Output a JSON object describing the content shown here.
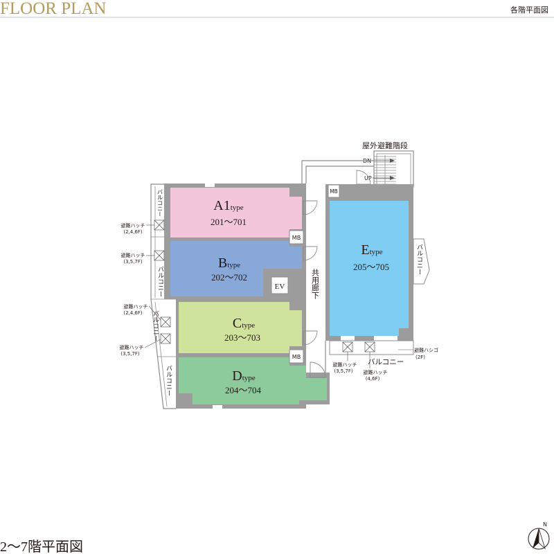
{
  "header": {
    "title": "FLOOR PLAN",
    "subtitle": "各階平面図"
  },
  "footer": {
    "caption": "2〜7階平面図",
    "north": "N"
  },
  "colors": {
    "title": "#b49b5e",
    "wall": "#9c9c9c"
  },
  "units": [
    {
      "name": "A1",
      "suffix": "type",
      "rooms": "201〜701",
      "color": "#f4c6dc"
    },
    {
      "name": "B",
      "suffix": "type",
      "rooms": "202〜702",
      "color": "#88a8da"
    },
    {
      "name": "C",
      "suffix": "type",
      "rooms": "203〜703",
      "color": "#d0e39c"
    },
    {
      "name": "D",
      "suffix": "type",
      "rooms": "204〜704",
      "color": "#8dca9c"
    },
    {
      "name": "E",
      "suffix": "type",
      "rooms": "205〜705",
      "color": "#7fcdf3"
    }
  ],
  "labels": {
    "outdoor_stair": "屋外避難階段",
    "dn": "DN",
    "up": "UP",
    "corridor": "共用廊下",
    "ev": "EV",
    "mb": "MB",
    "balcony": "バルコニー",
    "hatch": "避難ハッチ",
    "floors_246": "(2,4,6F)",
    "floors_357": "(3,5,7F)",
    "floors_46": "(4,6F)",
    "ladder": "避難ハシゴ",
    "floors_2": "(2F)"
  }
}
